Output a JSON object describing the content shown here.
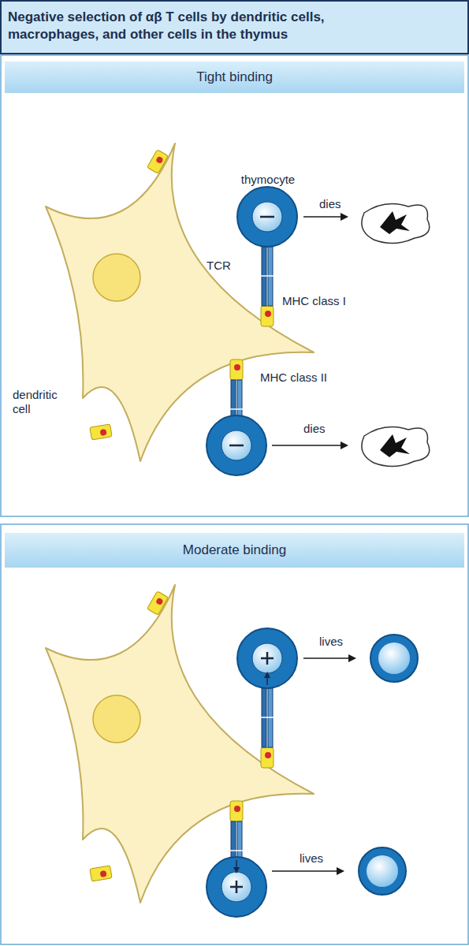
{
  "diagram": {
    "title": "Negative selection of αβ T cells by dendritic cells, macrophages, and other cells in the thymus",
    "nodes": [
      {
        "text": [
          "Tight binding"
        ]
      },
      {
        "text": [
          "Moderate binding"
        ]
      }
    ],
    "labels": [
      "thymocyte",
      "dies",
      "TCR",
      "MHC class I",
      "MHC class II",
      "dendritic cell",
      "dies",
      "lives",
      "lives"
    ]
  }
}
